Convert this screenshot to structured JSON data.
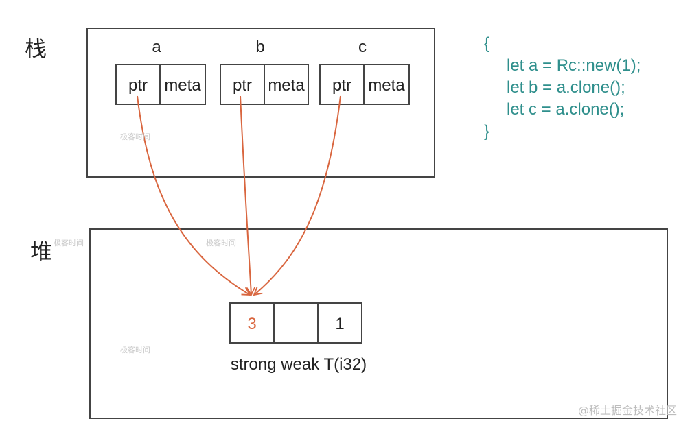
{
  "regions": {
    "stack_label": "栈",
    "heap_label": "堆"
  },
  "stack_vars": [
    {
      "name": "a",
      "ptr": "ptr",
      "meta": "meta"
    },
    {
      "name": "b",
      "ptr": "ptr",
      "meta": "meta"
    },
    {
      "name": "c",
      "ptr": "ptr",
      "meta": "meta"
    }
  ],
  "heap_cells": {
    "strong": "3",
    "weak": "",
    "value": "1"
  },
  "heap_caption": "strong weak T(i32)",
  "code": {
    "open": "{",
    "lines": [
      "let a = Rc::new(1);",
      "let b = a.clone();",
      "let c = a.clone();"
    ],
    "close": "}"
  },
  "watermark": "极客时间",
  "credit": "@稀土掘金技术社区",
  "colors": {
    "arrow": "#d9663f",
    "strong_text": "#d9663f",
    "code": "#2f8f8c",
    "stroke": "#444444"
  }
}
